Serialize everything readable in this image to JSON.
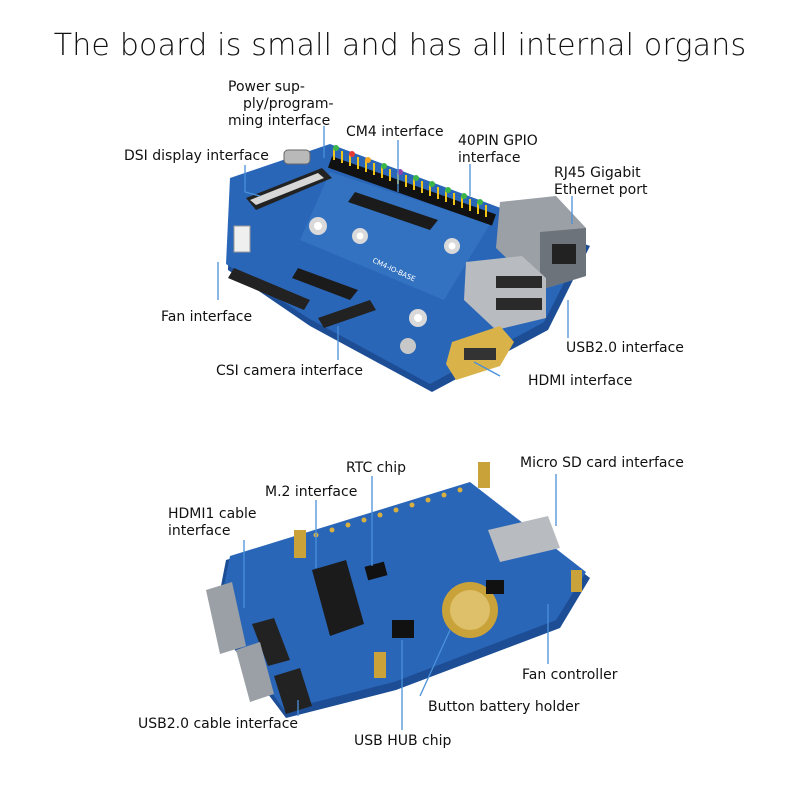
{
  "headline": "The board is small and has all internal organs",
  "top_labels": {
    "power_l1": "Power sup-",
    "power_l2": "ply/program-",
    "power_l3": "ming interface",
    "cm4": "CM4 interface",
    "gpio_l1": "40PIN GPIO",
    "gpio_l2": "interface",
    "dsi": "DSI display interface",
    "rj45_l1": "RJ45 Gigabit",
    "rj45_l2": "Ethernet port",
    "fan": "Fan interface",
    "usb2": "USB2.0 interface",
    "csi": "CSI camera interface",
    "hdmi": "HDMI interface"
  },
  "board_silkscreen": "CM4-IO-BASE",
  "bottom_labels": {
    "rtc": "RTC chip",
    "microsd": "Micro SD card interface",
    "m2": "M.2 interface",
    "hdmi1_l1": "HDMI1 cable",
    "hdmi1_l2": "interface",
    "fan_ctrl": "Fan controller",
    "battery": "Button battery holder",
    "usb_cable": "USB2.0 cable interface",
    "usb_hub": "USB HUB chip"
  },
  "colors": {
    "pcb": "#2a66b8",
    "pcb_dark": "#1d4e95",
    "leader": "#4a90d9"
  }
}
